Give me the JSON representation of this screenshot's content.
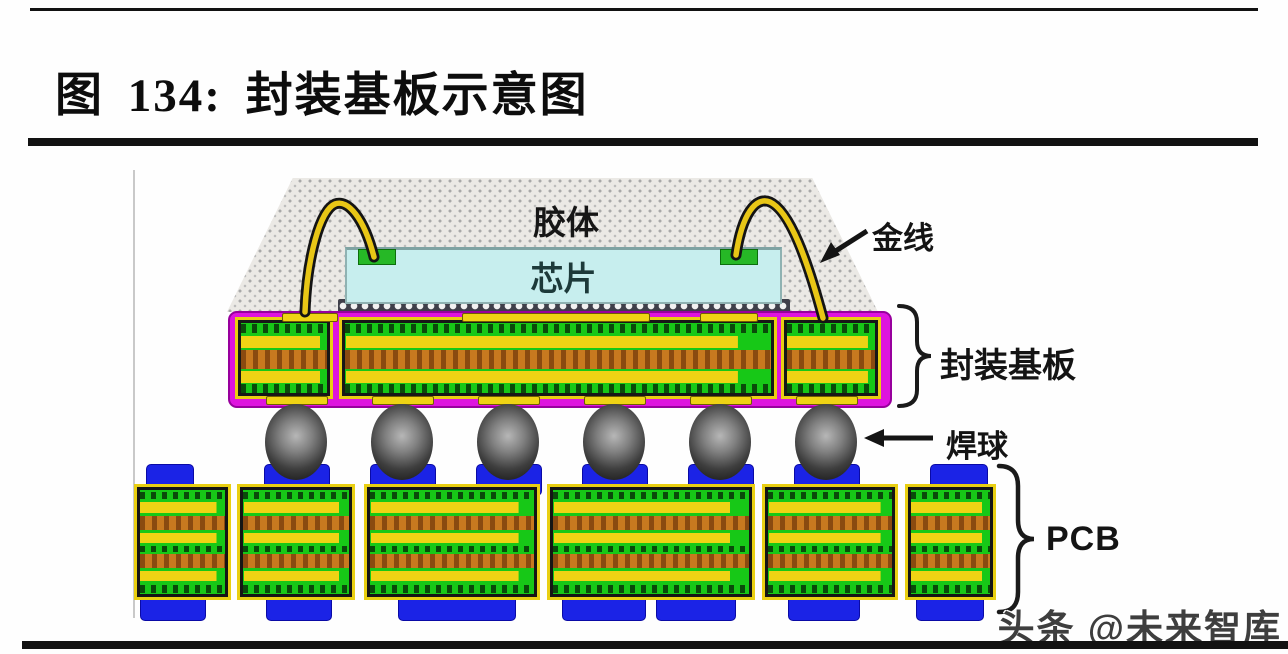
{
  "page": {
    "title": "图 134: 封装基板示意图",
    "watermark": "头条 @未来智库"
  },
  "figure": {
    "labels": {
      "mold": "胶体",
      "chip": "芯片",
      "gold_wire": "金线",
      "substrate": "封装基板",
      "solder_ball": "焊球",
      "pcb": "PCB"
    },
    "solder_ball_count": 6,
    "pcb_block_count": 6,
    "substrate_panel_count": 3,
    "colors": {
      "substrate_magenta": "#de14de",
      "trace_yellow": "#efd314",
      "core_orange": "#c8791f",
      "mask_green": "#17c817",
      "pad_blue": "#1b23e6",
      "chip_cyan": "#c7eeee",
      "mold_gray": "#ebe9e5",
      "ball_gray": "#3e3e3e",
      "gold_wire_yellow": "#e8c616"
    }
  }
}
